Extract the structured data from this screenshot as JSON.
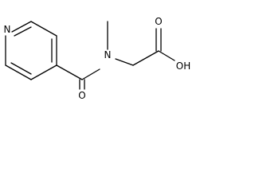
{
  "molecule": {
    "atoms": {
      "pyridine_n": "N",
      "amide_n": "N",
      "carbonyl_o": "O",
      "acid_oh": "OH",
      "acid_o": "O"
    },
    "colors": {
      "ink": "#000000",
      "background": "#ffffff"
    }
  }
}
